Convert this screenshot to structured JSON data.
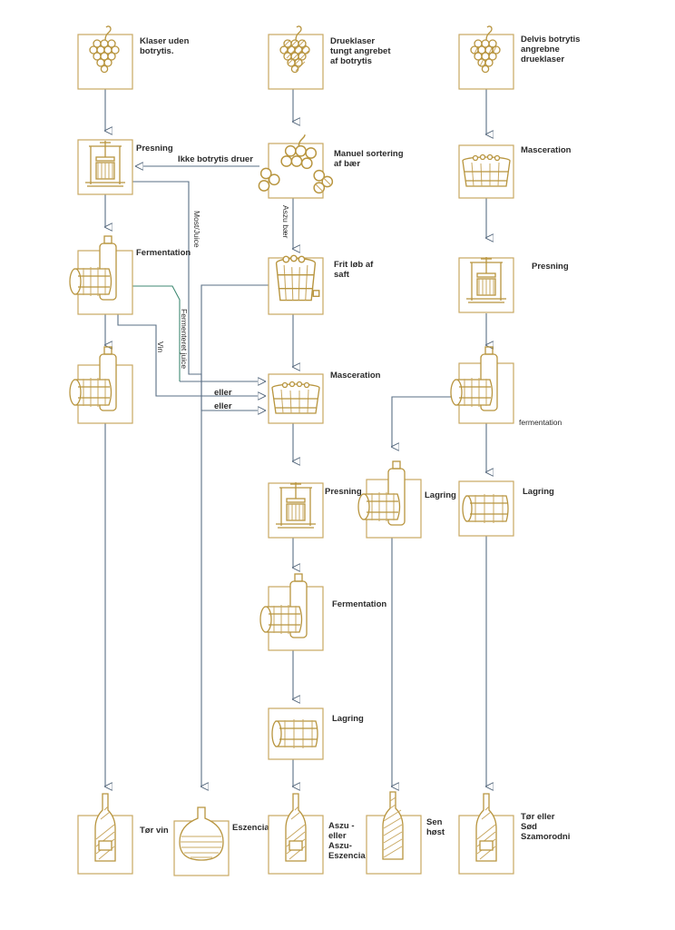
{
  "colors": {
    "icon_stroke": "#b8953f",
    "box_border": "#c9a862",
    "arrow": "#5a6f86",
    "green_line": "#3f8a73",
    "text": "#2b2b2b"
  },
  "column1": {
    "start": [
      "Klaser uden",
      "botrytis."
    ],
    "press": "Presning",
    "ferment": "Fermentation",
    "end": "Tør vin"
  },
  "column2": {
    "start": [
      "Drueklaser",
      "tungt angrebet",
      "af botrytis"
    ],
    "sort": [
      "Manuel sortering",
      "af bær"
    ],
    "free_run": [
      "Frit løb af",
      "saft"
    ],
    "masceration": "Masceration",
    "press": "Presning",
    "ferment": "Fermentation",
    "storage": "Lagring",
    "end": [
      "Aszu -",
      "eller",
      "Aszu-",
      "Eszencia"
    ]
  },
  "column3": {
    "start": [
      "Delvis botrytis",
      "angrebne",
      "drueklaser"
    ],
    "masceration": "Masceration",
    "press": "Presning",
    "ferment": "fermentation",
    "storage": "Lagring",
    "end": [
      "Tør eller",
      "Sød",
      "Szamorodni"
    ]
  },
  "eszencia": "Eszencia",
  "late_harvest": {
    "storage": "Lagring",
    "end": [
      "Sen",
      "høst"
    ]
  },
  "flow_labels": {
    "non_botrytis": "Ikke botrytis druer",
    "aszu_berries": "Aszu bær",
    "must_juice": "Most/Juice",
    "fermented_juice": "Fermenteret juice",
    "wine": "Vin",
    "or_1": "eller",
    "or_2": "eller"
  }
}
